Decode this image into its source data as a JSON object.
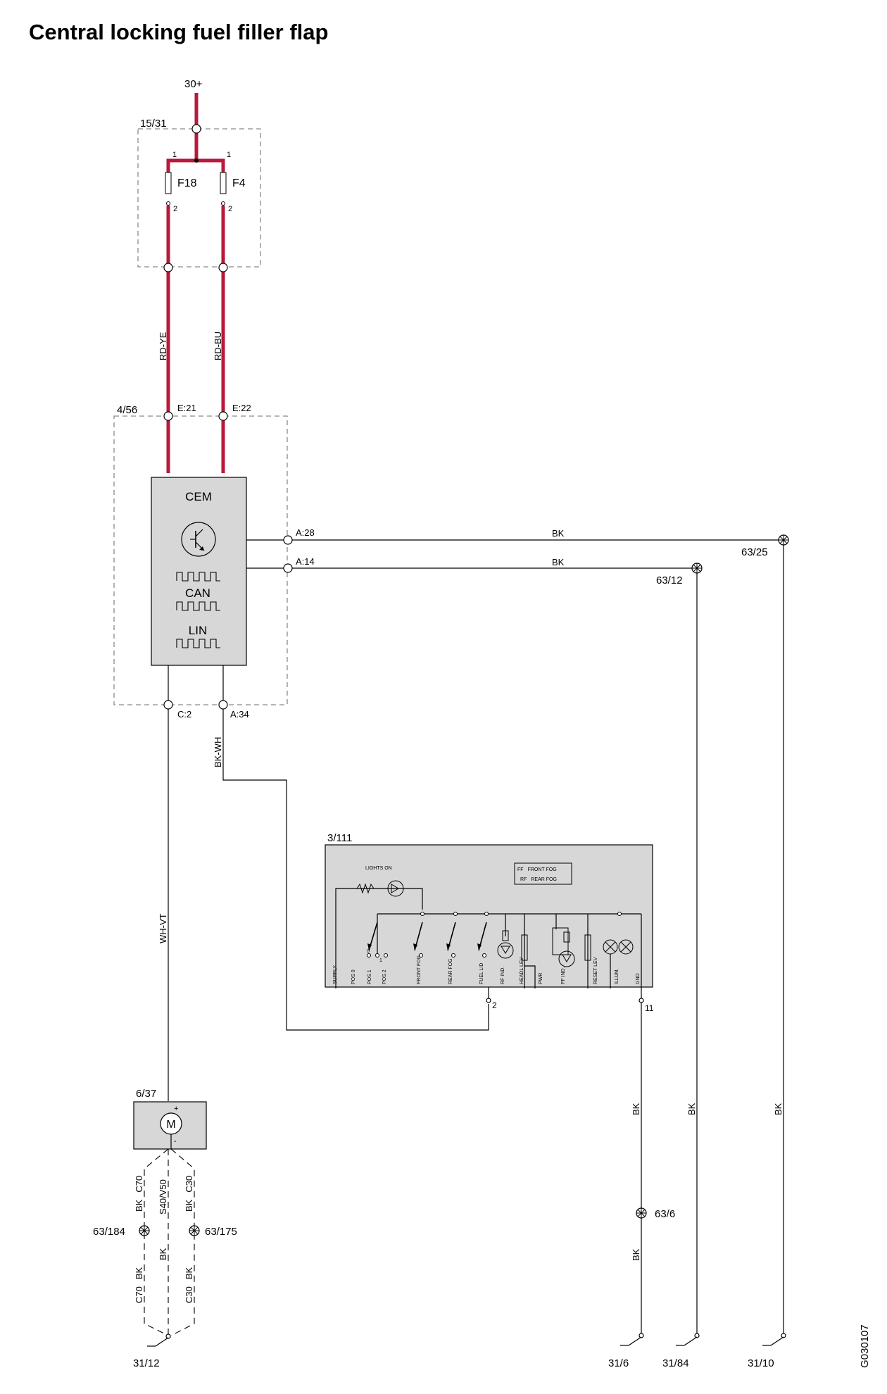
{
  "title": "Central locking fuel filler flap",
  "fig_code": "G030107",
  "colors": {
    "power_wire": "#b8193a",
    "module_fill": "#d7d7d7",
    "dashed_frame": "#8a8a8a"
  },
  "supply": {
    "terminal": "30+",
    "fuse_box": "15/31",
    "fuses": [
      {
        "name": "F18",
        "pin_in": "1",
        "pin_out": "2"
      },
      {
        "name": "F4",
        "pin_in": "1",
        "pin_out": "2"
      }
    ]
  },
  "wires": {
    "rd_ye": "RD-YE",
    "rd_bu": "RD-BU",
    "bk": "BK",
    "bk_wh": "BK-WH",
    "wh_vt": "WH-VT"
  },
  "cem": {
    "frame": "4/56",
    "name": "CEM",
    "can": "CAN",
    "lin": "LIN",
    "transistor_icon": "transistor-icon",
    "signal_icon": "square-wave-icon",
    "pins": {
      "e21": "E:21",
      "e22": "E:22",
      "a28": "A:28",
      "a14": "A:14",
      "c2": "C:2",
      "a34": "A:34"
    }
  },
  "splices": {
    "s25": "63/25",
    "s12": "63/12",
    "s6": "63/6",
    "s184": "63/184",
    "s175": "63/175"
  },
  "grounds": {
    "g12": "31/12",
    "g6": "31/6",
    "g84": "31/84",
    "g10": "31/10"
  },
  "motor": {
    "id": "6/37",
    "symbol": "M",
    "plus": "+",
    "minus": "-"
  },
  "motor_ground_labels": {
    "c70": "C70",
    "c30": "C30",
    "s40": "S40/V50"
  },
  "panel": {
    "id": "3/111",
    "lights_on": "LIGHTS ON",
    "legend": [
      {
        "code": "FF",
        "text": "FRONT FOG"
      },
      {
        "code": "RF",
        "text": "REAR FOG"
      }
    ],
    "pos_labels": [
      "0",
      "1"
    ],
    "pin_labels": [
      "SUPPLY",
      "POS 0",
      "POS 1",
      "POS 2",
      "FRONT FOG",
      "REAR FOG",
      "FUEL LID",
      "RF IND.",
      "HEADL LEV",
      "PWR",
      "FF IND.",
      "RESET LEV",
      "ILLUM.",
      "GND"
    ],
    "pin_fuel": "2",
    "pin_gnd": "11"
  }
}
